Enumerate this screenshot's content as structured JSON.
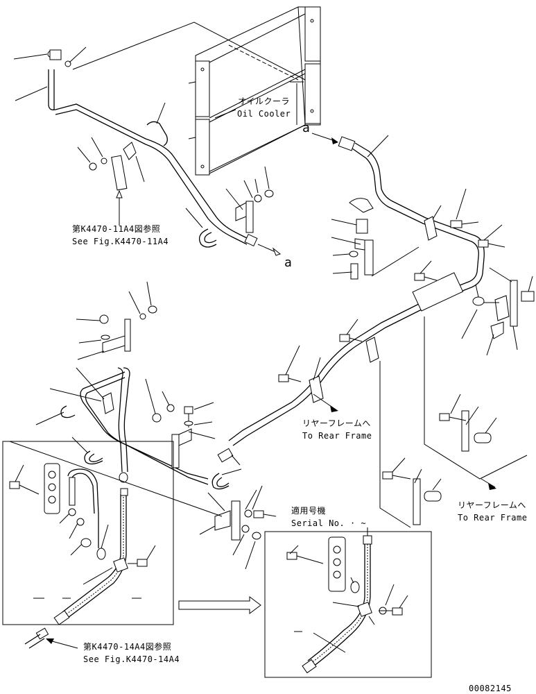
{
  "labels": {
    "oil_cooler_jp": "オイルクーラ",
    "oil_cooler_en": "Oil Cooler",
    "ref_a_top": "a",
    "ref_a_bottom": "a",
    "see_fig_11_jp": "第K4470-11A4図参照",
    "see_fig_11_en": "See Fig.K4470-11A4",
    "rear_frame_1_jp": "リヤーフレームへ",
    "rear_frame_1_en": "To Rear Frame",
    "rear_frame_2_jp": "リヤーフレームへ",
    "rear_frame_2_en": "To Rear Frame",
    "serial_jp": "適用号機",
    "serial_en": "Serial No.  ·  ~",
    "see_fig_14_jp": "第K4470-14A4図参照",
    "see_fig_14_en": "See Fig.K4470-14A4",
    "drawing_number": "00082145"
  },
  "colors": {
    "line": "#000000",
    "background": "#ffffff"
  }
}
